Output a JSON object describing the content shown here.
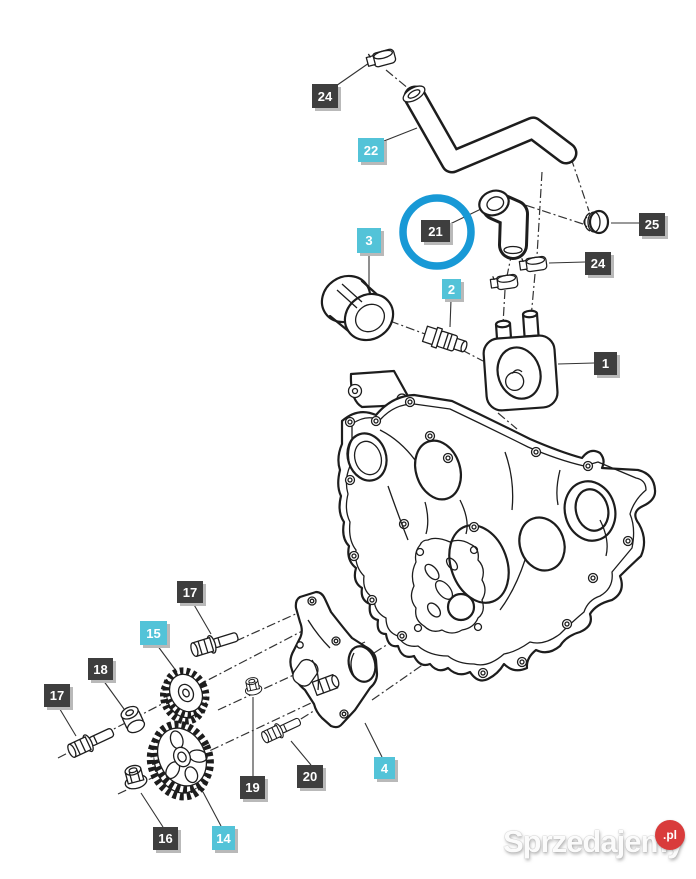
{
  "diagram": {
    "type": "exploded-parts-diagram",
    "visible_part_numbers": [
      "1",
      "2",
      "3",
      "4",
      "14",
      "15",
      "16",
      "17",
      "18",
      "19",
      "20",
      "21",
      "22",
      "24",
      "25"
    ],
    "highlight": {
      "part": "21",
      "shape": "circle",
      "color": "#1899d6"
    },
    "colors": {
      "background": "#ffffff",
      "line": "#1d1d1d",
      "label_dark": "#3e3e3e",
      "label_cyan": "#53c3d8",
      "label_text": "#ffffff",
      "watermark_badge_red": "#d93b3b"
    }
  },
  "labels": [
    {
      "text": "24",
      "variant": "dark"
    },
    {
      "text": "22",
      "variant": "cyan"
    },
    {
      "text": "3",
      "variant": "cyan"
    },
    {
      "text": "21",
      "variant": "dark"
    },
    {
      "text": "25",
      "variant": "dark"
    },
    {
      "text": "24",
      "variant": "dark"
    },
    {
      "text": "2",
      "variant": "cyan"
    },
    {
      "text": "1",
      "variant": "dark"
    },
    {
      "text": "17",
      "variant": "dark"
    },
    {
      "text": "15",
      "variant": "cyan"
    },
    {
      "text": "18",
      "variant": "dark"
    },
    {
      "text": "17",
      "variant": "dark"
    },
    {
      "text": "19",
      "variant": "dark"
    },
    {
      "text": "20",
      "variant": "dark"
    },
    {
      "text": "4",
      "variant": "cyan"
    },
    {
      "text": "16",
      "variant": "dark"
    },
    {
      "text": "14",
      "variant": "cyan"
    }
  ],
  "watermark": {
    "text": "Sprzedajemy",
    "badge": ".pl"
  }
}
